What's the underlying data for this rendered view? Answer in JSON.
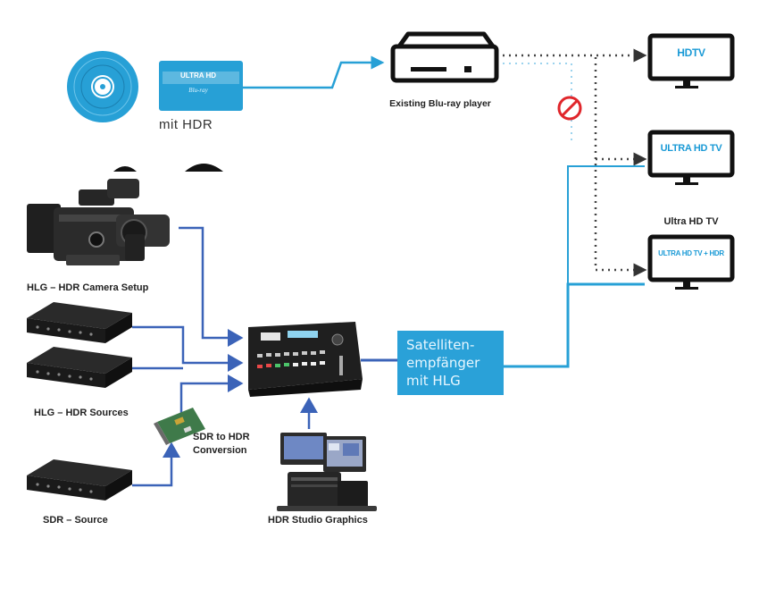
{
  "labels": {
    "mit_hdr": "mit HDR",
    "bluray_player": "Existing Blu-ray player",
    "ultra_hd_tv_caption": "Ultra HD TV",
    "camera": "HLG – HDR Camera Setup",
    "hdr_sources": "HLG – HDR Sources",
    "sdr_conversion_line1": "SDR to HDR",
    "sdr_conversion_line2": "Conversion",
    "sdr_source": "SDR – Source",
    "studio_graphics": "HDR Studio Graphics",
    "satellite_receiver": "Satelliten-empfänger mit HLG"
  },
  "disc": {
    "logo_text": "ULTRA HD",
    "logo_sub": "Blu-ray"
  },
  "tvs": {
    "hdtv": "HDTV",
    "ultra_hd_tv": "ULTRA HD TV",
    "ultra_hd_tv_hdr": "ULTRA HD TV + HDR"
  },
  "colors": {
    "cyan_link": "#27a0d6",
    "blue_link": "#3b63b8",
    "dotted_link": "#555555",
    "no_sign": "#e0262b",
    "satellite_box": "#2aa1d8"
  },
  "icons": {
    "disc": "blu-ray-disc-icon",
    "player": "bluray-player-icon",
    "camera": "camera-icon",
    "source_box": "source-box-icon",
    "conversion_card": "conversion-card-icon",
    "switcher": "production-switcher-icon",
    "workstation": "workstation-icon",
    "tv": "monitor-icon",
    "no_entry": "no-entry-icon"
  }
}
